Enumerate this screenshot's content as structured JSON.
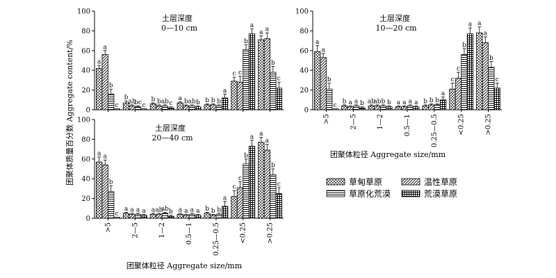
{
  "ylabel": "团聚体质量百分数 Aggregate content/%",
  "xlabel": "团聚体粒径 Aggregate size/mm",
  "legend": [
    "草甸草原",
    "温性草原",
    "草原化荒漠",
    "荒漠草原"
  ],
  "chart_data": [
    {
      "type": "bar",
      "title": "土层深度",
      "subtitle": "0—10 cm",
      "categories": [
        ">5",
        "2—5",
        "1—2",
        "0.5—1",
        "0.25—0.5",
        "<0.25",
        ">0.25"
      ],
      "ylim": [
        0,
        100
      ],
      "yticks": [
        0,
        20,
        40,
        60,
        80,
        100
      ],
      "series": [
        {
          "name": "草甸草原",
          "values": [
            42,
            7,
            6,
            7,
            5,
            29,
            71
          ],
          "errors": [
            3,
            2,
            1,
            1,
            1,
            4,
            4
          ],
          "labels": [
            "a",
            "b",
            "b",
            "a",
            "b",
            "c",
            "a"
          ]
        },
        {
          "name": "温性草原",
          "values": [
            56,
            4,
            4,
            4,
            5,
            28,
            72
          ],
          "errors": [
            4,
            1,
            1,
            1,
            1,
            6,
            6
          ],
          "labels": [
            "a",
            "ab",
            "b",
            "b",
            "b",
            "c",
            "a"
          ]
        },
        {
          "name": "草原化荒漠",
          "values": [
            16,
            3,
            4,
            4,
            4,
            61,
            38
          ],
          "errors": [
            5,
            1,
            1,
            1,
            1,
            5,
            6
          ],
          "labels": [
            "b",
            "bc",
            "ab",
            "ab",
            "b",
            "b",
            "b"
          ]
        },
        {
          "name": "荒漠草原",
          "values": [
            1,
            1,
            2,
            3,
            12,
            77,
            22
          ],
          "errors": [
            0,
            0,
            1,
            1,
            4,
            5,
            6
          ],
          "labels": [
            "c",
            "c",
            "c",
            "b",
            "a",
            "a",
            "c"
          ]
        }
      ]
    },
    {
      "type": "bar",
      "title": "土层深度",
      "subtitle": "10—20 cm",
      "categories": [
        ">5",
        "2—5",
        "1—2",
        "0.5—1",
        "0.25—0.5",
        "<0.25",
        ">0.25"
      ],
      "ylim": [
        0,
        100
      ],
      "yticks": [
        0,
        20,
        40,
        60,
        80,
        100
      ],
      "series": [
        {
          "name": "草甸草原",
          "values": [
            59,
            4,
            4,
            3,
            4,
            21,
            78
          ],
          "errors": [
            6,
            1,
            1,
            1,
            1,
            6,
            6
          ],
          "labels": [
            "a",
            "b",
            "ab",
            "a",
            "b",
            "c",
            "a"
          ]
        },
        {
          "name": "温性草原",
          "values": [
            53,
            3,
            4,
            3,
            5,
            32,
            68
          ],
          "errors": [
            4,
            1,
            1,
            1,
            1,
            6,
            6
          ],
          "labels": [
            "a",
            "a",
            "ab",
            "a",
            "b",
            "c",
            "a"
          ]
        },
        {
          "name": "草原化荒漠",
          "values": [
            21,
            4,
            4,
            4,
            5,
            56,
            43
          ],
          "errors": [
            6,
            1,
            1,
            1,
            1,
            6,
            6
          ],
          "labels": [
            "b",
            "a",
            "b",
            "a",
            "b",
            "b",
            "b"
          ]
        },
        {
          "name": "荒漠草原",
          "values": [
            1,
            2,
            3,
            3,
            10,
            77,
            22
          ],
          "errors": [
            0,
            1,
            1,
            1,
            3,
            6,
            5
          ],
          "labels": [
            "c",
            "b",
            "b",
            "a",
            "a",
            "a",
            "c"
          ]
        }
      ]
    },
    {
      "type": "bar",
      "title": "土层深度",
      "subtitle": "20—40 cm",
      "categories": [
        ">5",
        "2—5",
        "1—2",
        "0.5—1",
        "0.25—0.5",
        "<0.25",
        ">0.25"
      ],
      "ylim": [
        0,
        100
      ],
      "yticks": [
        0,
        20,
        40,
        60,
        80,
        100
      ],
      "series": [
        {
          "name": "草甸草原",
          "values": [
            57,
            5,
            4,
            4,
            5,
            22,
            77
          ],
          "errors": [
            5,
            1,
            1,
            1,
            1,
            6,
            5
          ],
          "labels": [
            "a",
            "a",
            "a",
            "a",
            "b",
            "c",
            "a"
          ]
        },
        {
          "name": "温性草原",
          "values": [
            54,
            4,
            4,
            3,
            3,
            31,
            69
          ],
          "errors": [
            5,
            1,
            1,
            1,
            1,
            6,
            6
          ],
          "labels": [
            "a",
            "a",
            "ab",
            "a",
            "b",
            "c",
            "a"
          ]
        },
        {
          "name": "草原化荒漠",
          "values": [
            27,
            4,
            5,
            4,
            4,
            55,
            44
          ],
          "errors": [
            6,
            1,
            1,
            1,
            1,
            5,
            6
          ],
          "labels": [
            "b",
            "a",
            "ab",
            "a",
            "b",
            "b",
            "b"
          ]
        },
        {
          "name": "荒漠草原",
          "values": [
            1,
            3,
            2,
            3,
            12,
            73,
            25
          ],
          "errors": [
            0,
            1,
            1,
            1,
            5,
            6,
            6
          ],
          "labels": [
            "c",
            "a",
            "b",
            "a",
            "a",
            "a",
            "c"
          ]
        }
      ]
    }
  ]
}
